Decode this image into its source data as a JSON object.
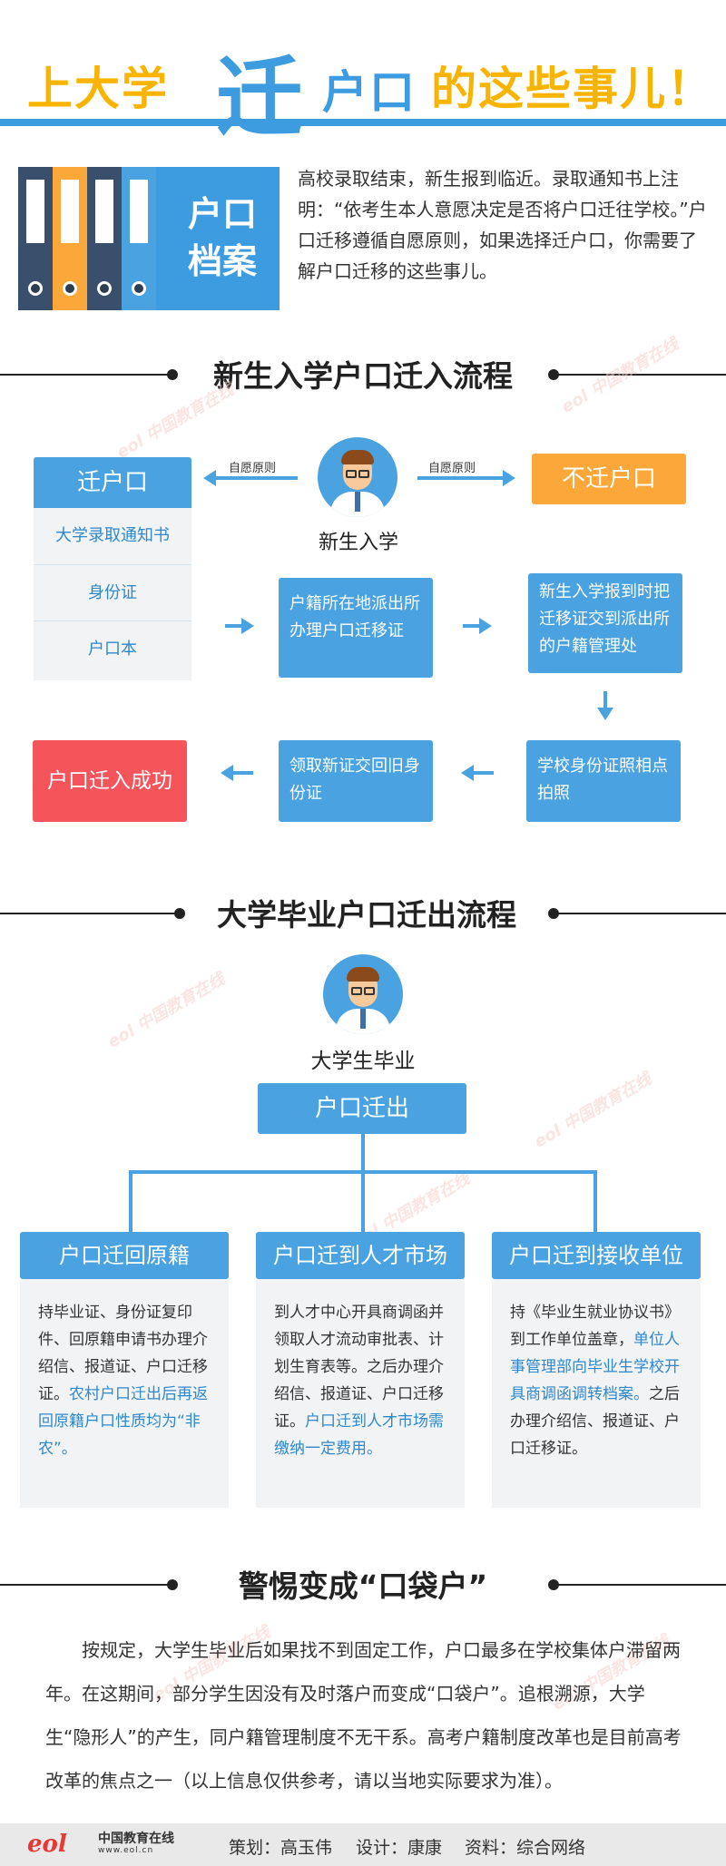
{
  "header": {
    "title_part1": "上大学",
    "title_big": "迁",
    "title_part2": "户口",
    "title_part3": "的这些事儿！"
  },
  "intro": {
    "folder_label": "户口档案",
    "text": "高校录取结束，新生报到临近。录取通知书上注明：“依考生本人意愿决定是否将户口迁往学校。”户口迁移遵循自愿原则，如果选择迁户口，你需要了解户口迁移的这些事儿。"
  },
  "section1": {
    "title": "新生入学户口迁入流程",
    "center_label": "新生入学",
    "left_note": "自愿原则",
    "right_note": "自愿原则",
    "move_label": "迁户口",
    "nomove_label": "不迁户口",
    "docs": [
      "大学录取通知书",
      "身份证",
      "户口本"
    ],
    "step1": "户籍所在地派出所办理户口迁移证",
    "step2": "新生入学报到时把迁移证交到派出所的户籍管理处",
    "step3": "学校身份证照相点拍照",
    "step4": "领取新证交回旧身份证",
    "success": "户口迁入成功"
  },
  "section2": {
    "title": "大学毕业户口迁出流程",
    "center_label": "大学生毕业",
    "root_label": "户口迁出",
    "columns": [
      {
        "head": "户口迁回原籍",
        "body_plain": "持毕业证、身份证复印件、回原籍申请书办理介绍信、报道证、户口迁移证。",
        "body_hl": "农村户口迁出后再返回原籍户口性质均为“非农”。",
        "body_after": ""
      },
      {
        "head": "户口迁到人才市场",
        "body_plain": "到人才中心开具商调函并领取人才流动审批表、计划生育表等。之后办理介绍信、报道证、户口迁移证。",
        "body_hl": "户口迁到人才市场需缴纳一定费用。",
        "body_after": ""
      },
      {
        "head": "户口迁到接收单位",
        "body_plain": "持《毕业生就业协议书》到工作单位盖章，",
        "body_hl": "单位人事管理部向毕业生学校开具商调函调转档案。",
        "body_after": "之后办理介绍信、报道证、户口迁移证。"
      }
    ]
  },
  "section3": {
    "title": "警惕变成“口袋户”",
    "text": "按规定，大学生毕业后如果找不到固定工作，户口最多在学校集体户滞留两年。在这期间，部分学生因没有及时落户而变成“口袋户”。追根溯源，大学生“隐形人”的产生，同户籍管理制度不无干系。高考户籍制度改革也是目前高考改革的焦点之一（以上信息仅供参考，请以当地实际要求为准）。"
  },
  "footer": {
    "logo": "eol",
    "brand": "中国教育在线",
    "url": "www.eol.cn",
    "planner": "策划：高玉伟",
    "designer": "设计：康康",
    "source": "资料：综合网络"
  },
  "colors": {
    "accent_blue": "#4aa3e0",
    "accent_yellow": "#f8b400",
    "nomove_orange": "#fba73a",
    "success_red": "#f4545a"
  }
}
